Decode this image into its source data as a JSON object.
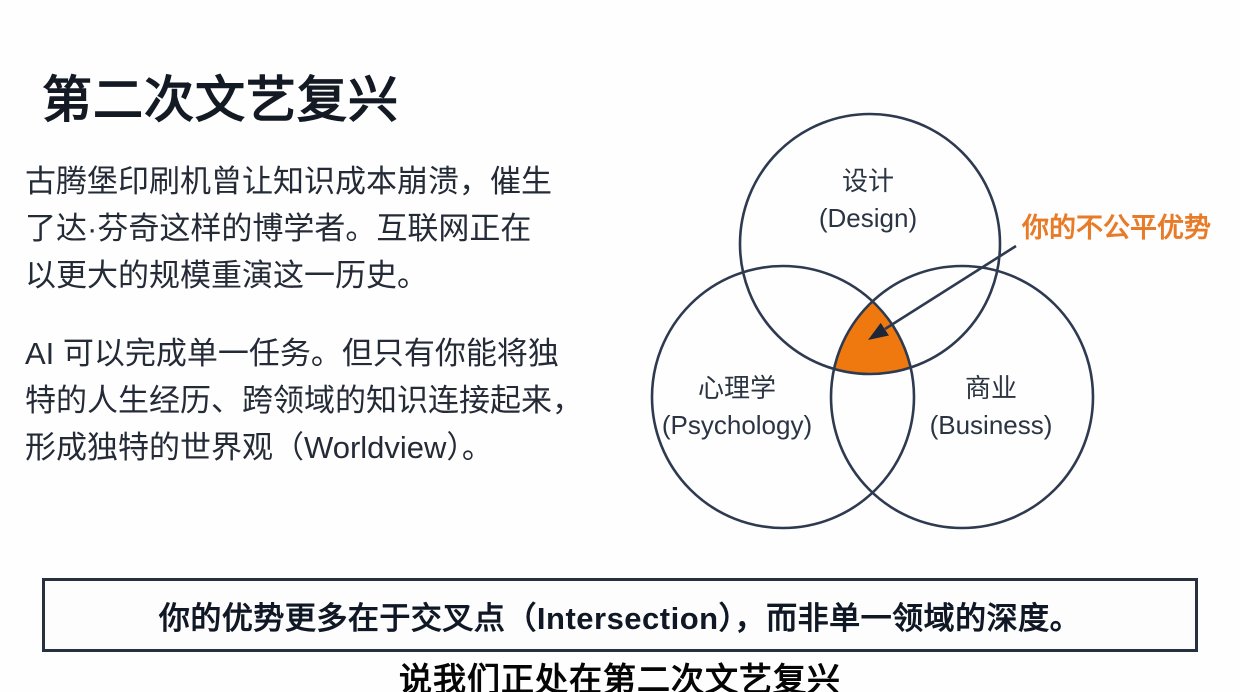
{
  "slide": {
    "title": "第二次文艺复兴",
    "paragraph1_lines": [
      "古腾堡印刷机曾让知识成本崩溃，催生",
      "了达·芬奇这样的博学者。互联网正在",
      "以更大的规模重演这一历史。"
    ],
    "paragraph2_lines": [
      "AI 可以完成单一任务。但只有你能将独",
      "特的人生经历、跨领域的知识连接起来，",
      "形成独特的世界观（Worldview）。"
    ],
    "callout_text": "你的优势更多在于交叉点（Intersection），而非单一领域的深度。"
  },
  "venn": {
    "circles": [
      {
        "label_zh": "设计",
        "label_en": "(Design)"
      },
      {
        "label_zh": "心理学",
        "label_en": "(Psychology)"
      },
      {
        "label_zh": "商业",
        "label_en": "(Business)"
      }
    ],
    "annotation": "你的不公平优势",
    "colors": {
      "intersection_fill": "#f0790f",
      "circle_stroke": "#2e3a50",
      "annotation_color": "#e87b28"
    }
  },
  "subtitle": "说我们正处在第二次文艺复兴"
}
